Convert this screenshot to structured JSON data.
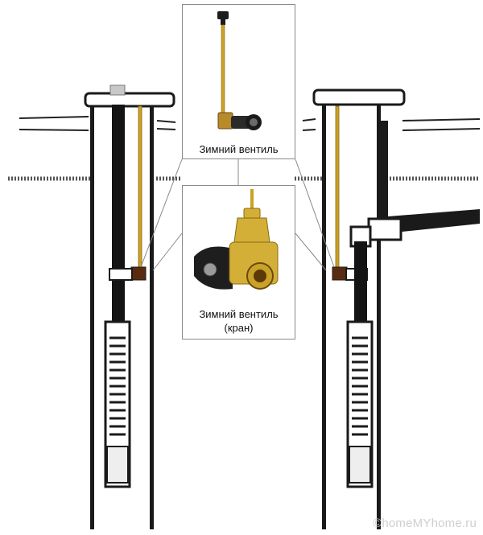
{
  "labels": {
    "winter_valve": "Зимний вентиль",
    "winter_valve_2": "Зимний вентиль",
    "winter_valve_sub": "(кран)"
  },
  "watermark": "©homeMYhome.ru",
  "colors": {
    "ink": "#111111",
    "brass": "#c9a227",
    "brass_dark": "#8a6a12",
    "valve_black": "#1c1c1c",
    "ground": "#555555"
  }
}
